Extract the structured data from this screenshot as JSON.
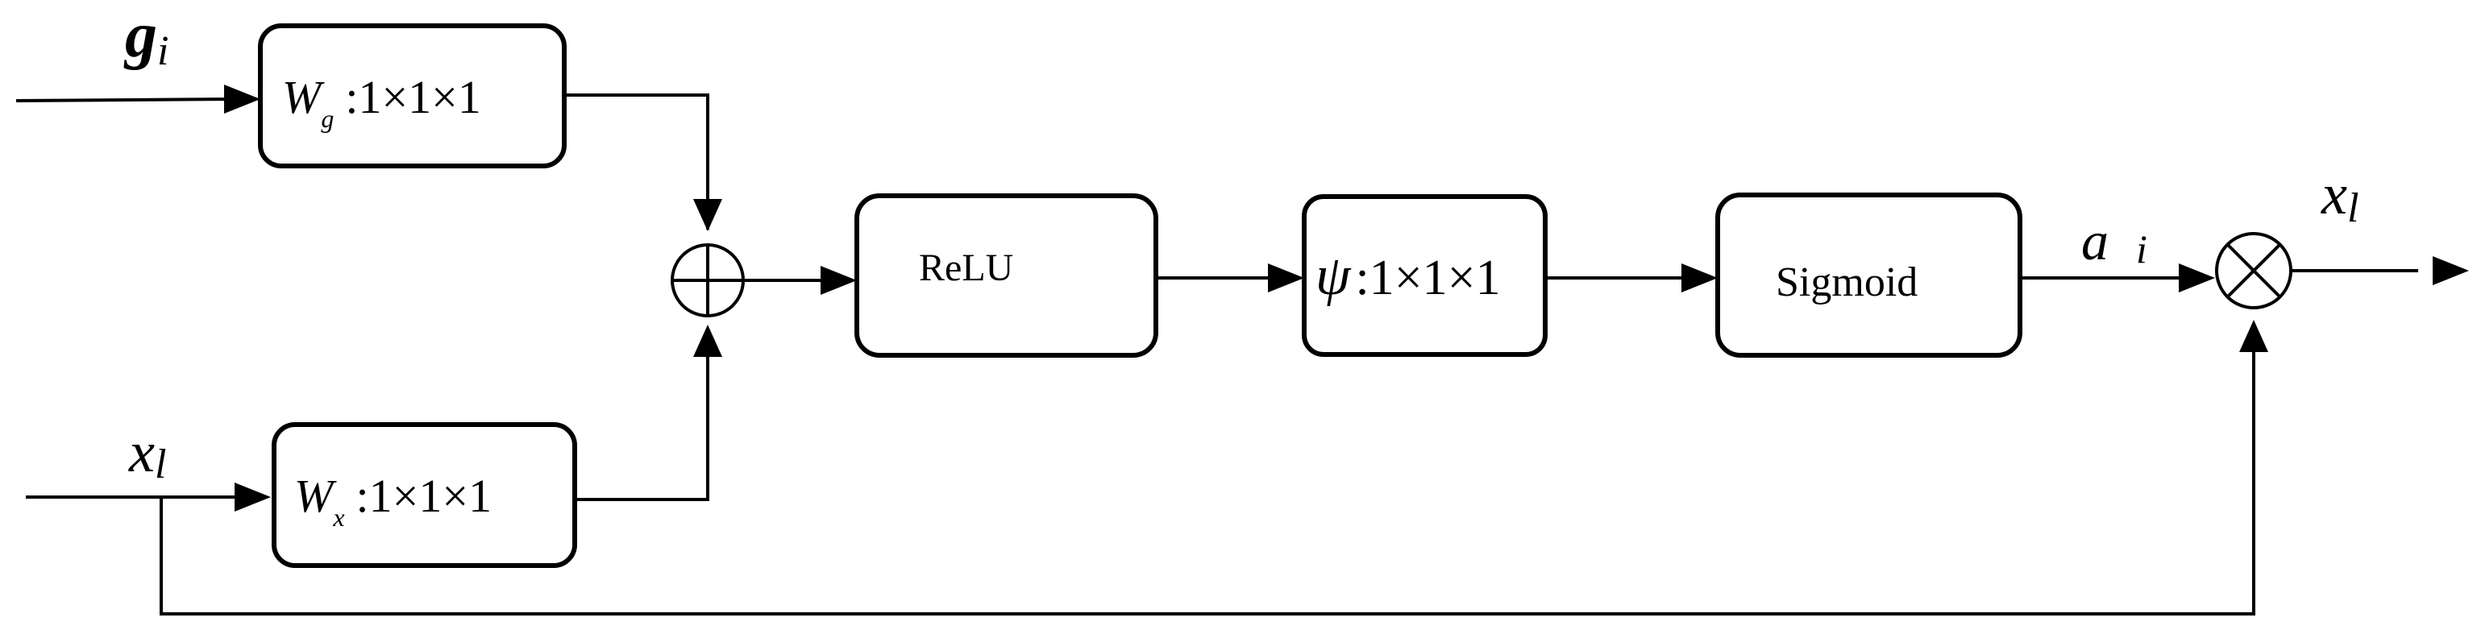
{
  "inputs": {
    "g": {
      "base": "g",
      "sub": "i"
    },
    "x": {
      "base": "x",
      "sub": "l"
    }
  },
  "blocks": {
    "wg": {
      "symbol": "W",
      "sub": "g",
      "spec": ":1×1×1"
    },
    "wx": {
      "symbol": "W",
      "sub": "x",
      "spec": ":1×1×1"
    },
    "relu": {
      "label": "ReLU"
    },
    "psi": {
      "symbol": "ψ",
      "spec": ":1×1×1"
    },
    "sigmoid": {
      "label": "Sigmoid"
    }
  },
  "operators": {
    "add": "add-operator",
    "multiply": "multiply-operator"
  },
  "signals": {
    "attention": {
      "base": "a",
      "sub": "i"
    },
    "output": {
      "base": "x",
      "sub": "l"
    }
  }
}
